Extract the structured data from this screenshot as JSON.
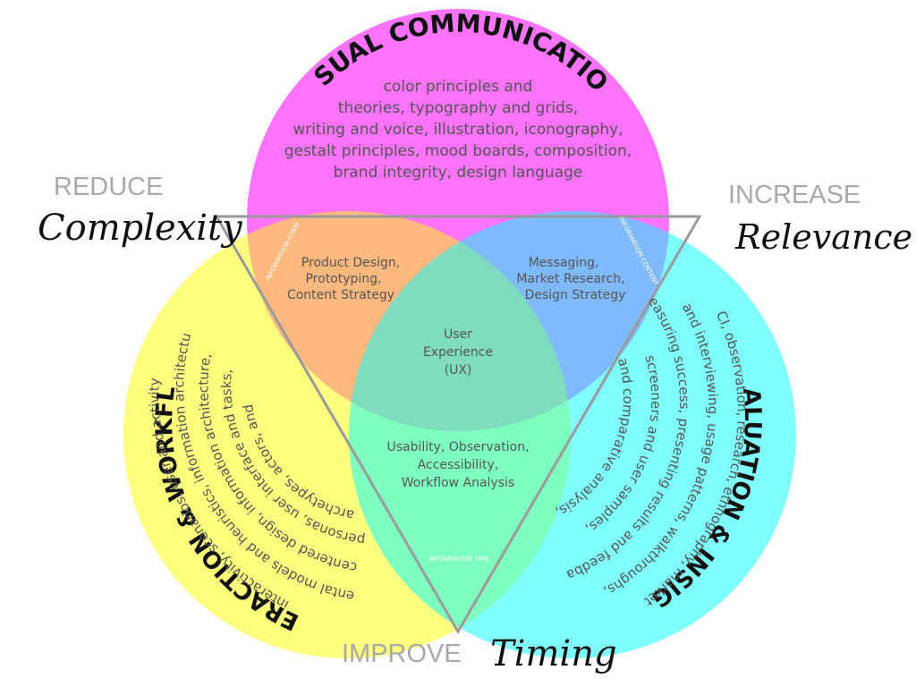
{
  "colors": {
    "magenta": "#ff00ff",
    "yellow": "#ffff00",
    "cyan": "#00ffff",
    "triangle": "#9a9a9a",
    "text": "#555555",
    "heading": "#111111",
    "side_label": "#a9a9a9"
  },
  "side_labels": {
    "reduce": {
      "top": "REDUCE",
      "script": "Complexity"
    },
    "increase": {
      "top": "INCREASE",
      "script": "Relevance"
    },
    "improve": {
      "top": "IMPROVE",
      "script": "Timing"
    }
  },
  "circles": {
    "visual": {
      "title": "VISUAL COMMUNICATION",
      "lines": [
        "color principles and",
        "theories, typography and grids,",
        "writing and voice, illustration, iconography,",
        "gestalt principles, mood boards, composition,",
        "brand integrity, design language"
      ]
    },
    "interaction": {
      "title": "INTERACTION & WORKFLOW",
      "lines": [
        "interactivity, scenarios, user and activity",
        "mental models and heuristics, information architecture",
        "centered design, information architecture,",
        "personas, user interface and tasks,",
        "archetypes, actors, and"
      ]
    },
    "evaluation": {
      "title": "EVALUATION & INSIGHT",
      "lines": [
        "CI, observation, research, ethnography, market",
        "and interviewing, usage patterns, walkthroughs,",
        "measuring success, presenting results and feedback",
        "screeners and user samples,",
        "and comparative analysis,"
      ]
    }
  },
  "overlaps": {
    "form": {
      "tag": "INFORMATION FORM",
      "lines": [
        "Product Design,",
        "Prototyping,",
        "Content Strategy"
      ]
    },
    "content": {
      "tag": "INFORMATION CONTENT",
      "lines": [
        "Messaging,",
        "Market Research,",
        "Design Strategy"
      ]
    },
    "time": {
      "tag": "INFORMATION TIME",
      "lines": [
        "Usability, Observation,",
        "Accessibility,",
        "Workflow Analysis"
      ]
    },
    "center": {
      "lines": [
        "User",
        "Experience",
        "(UX)"
      ]
    }
  }
}
